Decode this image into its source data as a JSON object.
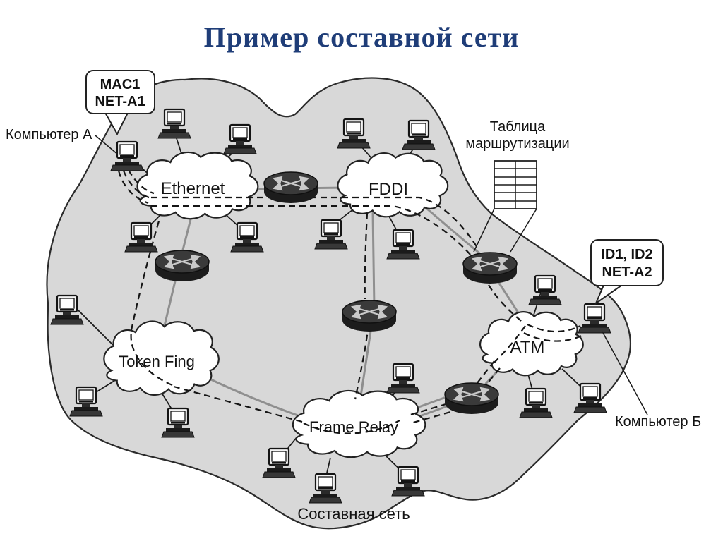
{
  "title": "Пример составной сети",
  "clouds": {
    "ethernet": "Ethernet",
    "fddi": "FDDI",
    "token_ring": "Token Fing",
    "atm": "ATM",
    "frame_relay": "Frame Relay"
  },
  "labels": {
    "computer_a": "Компьютер А",
    "computer_b": "Компьютер Б",
    "routing_table_line1": "Таблица",
    "routing_table_line2": "маршрутизации",
    "composite_network": "Составная сеть"
  },
  "callouts": {
    "a_line1": "MAC1",
    "a_line2": "NET-A1",
    "b_line1": "ID1, ID2",
    "b_line2": "NET-A2"
  },
  "counts": {
    "computers": 20,
    "routers": 5
  },
  "colors": {
    "title": "#1f3d78",
    "network_fill": "#d8d8d8",
    "outline": "#2b2b2b",
    "cloud_fill": "#ffffff",
    "trunk_line": "#8f8f8f",
    "router_top": "#3a3a3a",
    "router_side": "#1c1c1c",
    "route_dash": "#151515"
  }
}
